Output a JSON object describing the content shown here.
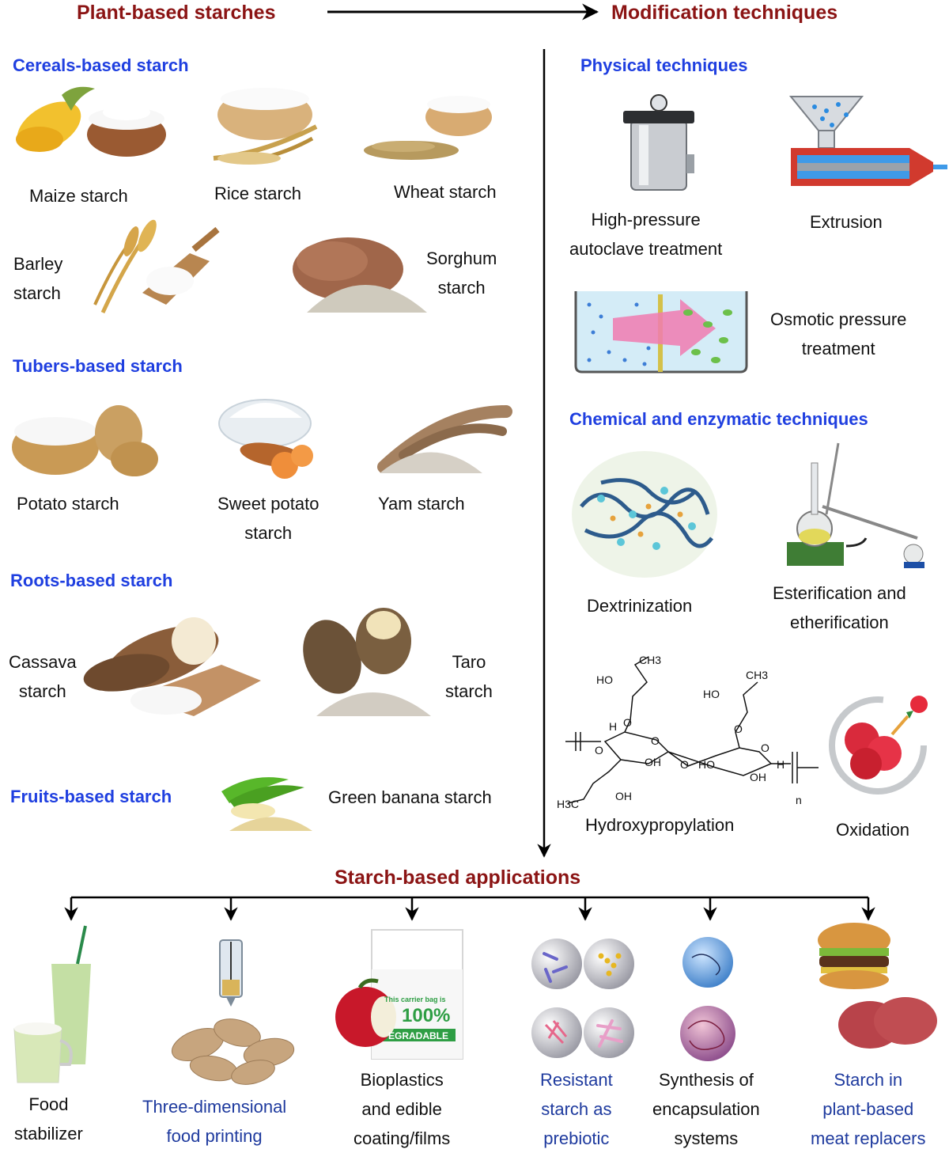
{
  "headers": {
    "left": "Plant-based starches",
    "right": "Modification techniques",
    "bottom": "Starch-based applications"
  },
  "sections": {
    "cereals": "Cereals-based starch",
    "tubers": "Tubers-based starch",
    "roots": "Roots-based starch",
    "fruits": "Fruits-based starch",
    "physical": "Physical techniques",
    "chemical": "Chemical and enzymatic techniques"
  },
  "starches": {
    "maize": "Maize starch",
    "rice": "Rice starch",
    "wheat": "Wheat starch",
    "barley": "Barley\nstarch",
    "sorghum": "Sorghum\nstarch",
    "potato": "Potato starch",
    "sweet_potato": "Sweet potato\nstarch",
    "yam": "Yam starch",
    "cassava": "Cassava\nstarch",
    "taro": "Taro\nstarch",
    "green_banana": "Green banana starch"
  },
  "techniques": {
    "autoclave": "High-pressure\nautoclave treatment",
    "extrusion": "Extrusion",
    "osmotic": "Osmotic pressure\ntreatment",
    "dextrinization": "Dextrinization",
    "esterification": "Esterification and\netherification",
    "hydroxypropylation": "Hydroxypropylation",
    "oxidation": "Oxidation"
  },
  "chem_labels": {
    "ch3": "CH3",
    "ho": "HO",
    "oh": "OH",
    "h": "H",
    "o": "O",
    "h3c": "H3C",
    "n": "n"
  },
  "applications": {
    "food_stabilizer": "Food\nstabilizer",
    "food_printing": "Three-dimensional\nfood printing",
    "bioplastics": "Bioplastics\nand edible\ncoating/films",
    "resistant": "Resistant\nstarch as\nprebiotic",
    "encapsulation": "Synthesis of\nencapsulation\nsystems",
    "meat": "Starch in\nplant-based\nmeat replacers"
  },
  "image_text": {
    "bag_line1": "This carrier bag is",
    "bag_line2": "100%",
    "bag_line3": "EGRADABLE"
  },
  "colors": {
    "header_red": "#8b1414",
    "section_blue": "#1f3fe0",
    "app_blue": "#1e3a9e"
  }
}
